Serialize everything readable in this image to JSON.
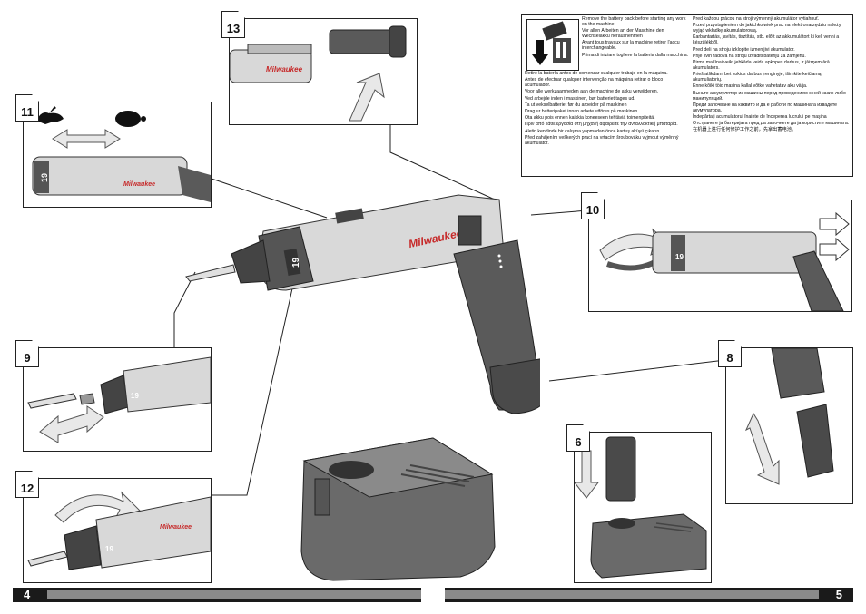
{
  "figures": {
    "f13": {
      "number": "13"
    },
    "f11": {
      "number": "11"
    },
    "f10": {
      "number": "10"
    },
    "f9": {
      "number": "9"
    },
    "f8": {
      "number": "8"
    },
    "f12": {
      "number": "12"
    },
    "f6": {
      "number": "6"
    }
  },
  "tool": {
    "brand": "Milwaukee",
    "torque_setting": "19"
  },
  "warning": {
    "left_top": [
      "Remove the battery pack before starting any work on the machine.",
      "Vor allen Arbeiten an der Maschine den Wechselakku herausnehmen",
      "Avant tous travaux sur la machine retirer l'accu interchangeable.",
      "Prima di iniziare togliere la batteria dalla macchina."
    ],
    "left_bottom": [
      "Retire la batería antes de comenzar cualquier trabajo en la máquina.",
      "Antes de efectuar qualquer intervenção na máquina retirar o bloco acumulador.",
      "Voor alle werkzaamheden aan de machine de akku verwijderen.",
      "Ved arbejde inden i maskinen, bør batteriet tages ud.",
      "Ta ut vekselbatteriet før du arbeider på maskinen",
      "Drag ur batteripaket innan arbete utföres på maskinen.",
      "Ota akku pois ennen kaikkia koneeseen tehtäviä toimenpiteitä.",
      "Πριν από κάθε εργασία στη μηχανή αφαιρείτε την ανταλλακτική μπαταρία.",
      "Aletin kendinde bir çalışma yapmadan önce kartuş aküyü çıkarın.",
      "Před zahájením veškerých prací na vrtacím šroubováku vyjmout výměnný akumulátor."
    ],
    "right": [
      "Pred každou prácou na stroji výmenný akumulátor vytiahnuť.",
      "Przed przystąpieniem do jakichkolwiek prac na elektronarzędziu należy wyjąć wkładkę akumulatorową.",
      "Karbantartás, javítás, tisztítás, stb. előtt az akkumulátort ki kell venni a készülékből.",
      "Pred deli na stroju izklopite izmenljivi akumulator.",
      "Prije svih radova na stroju izvaditi bateriju za zamjenu.",
      "Pirms mašīnai veikt jebkāda veida apkopes darbus, ir jāizņem ārā akumulators.",
      "Prieš atlikdami bet kokius darbus įrenginyje, išimkite keičiamą akumuliatorių.",
      "Enne kõiki töid masina kallal võtke vahetatav aku välja.",
      "Выньте аккумулятор из машины перед проведением с ней каких-либо манипуляций.",
      "Преди започване на каквито и да е работи по машината извадете акумулатора.",
      "Îndepărtaţi acumulatorul înainte de începerea lucrului pe maşina",
      "Отстранете ја батеријата пред да започнете да ја користите машината.",
      "在机器上进行任何修护工作之前，先拿出蓄电池。"
    ]
  },
  "pages": {
    "left": "4",
    "right": "5"
  },
  "colors": {
    "tool_red": "#c62828",
    "grey_dark": "#5a5a5a",
    "grey_light": "#cfcfcf",
    "line": "#222222"
  }
}
